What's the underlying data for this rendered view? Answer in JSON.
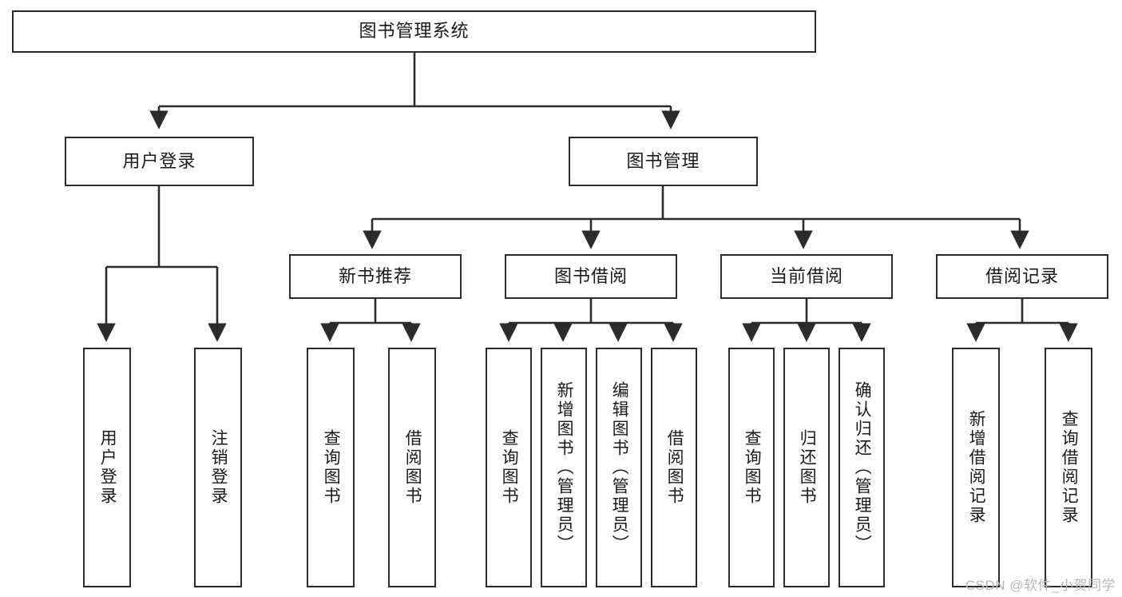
{
  "diagram": {
    "type": "tree-hierarchy",
    "title": "图书管理系统",
    "watermark": "CSDN @软件_小贺同学",
    "colors": {
      "box_border": "#2b2b2b",
      "box_fill": "#ffffff",
      "edge": "#2b2b2b",
      "text": "#1a1a1a",
      "watermark": "#b8b8b8",
      "background": "#ffffff"
    },
    "levels": {
      "root": {
        "label": "图书管理系统"
      },
      "level2": [
        {
          "label": "用户登录"
        },
        {
          "label": "图书管理"
        }
      ],
      "level3": [
        {
          "label": "新书推荐"
        },
        {
          "label": "图书借阅"
        },
        {
          "label": "当前借阅"
        },
        {
          "label": "借阅记录"
        }
      ],
      "leaves": [
        {
          "label": "用户登录",
          "parent": "用户登录"
        },
        {
          "label": "注销登录",
          "parent": "用户登录"
        },
        {
          "label": "查询图书",
          "parent": "新书推荐"
        },
        {
          "label": "借阅图书",
          "parent": "新书推荐"
        },
        {
          "label": "查询图书",
          "parent": "图书借阅"
        },
        {
          "label": "新增图书（管理员）",
          "parent": "图书借阅"
        },
        {
          "label": "编辑图书（管理员）",
          "parent": "图书借阅"
        },
        {
          "label": "借阅图书",
          "parent": "图书借阅"
        },
        {
          "label": "查询图书",
          "parent": "当前借阅"
        },
        {
          "label": "归还图书",
          "parent": "当前借阅"
        },
        {
          "label": "确认归还（管理员）",
          "parent": "当前借阅"
        },
        {
          "label": "新增借阅记录",
          "parent": "借阅记录"
        },
        {
          "label": "查询借阅记录",
          "parent": "借阅记录"
        }
      ]
    }
  }
}
